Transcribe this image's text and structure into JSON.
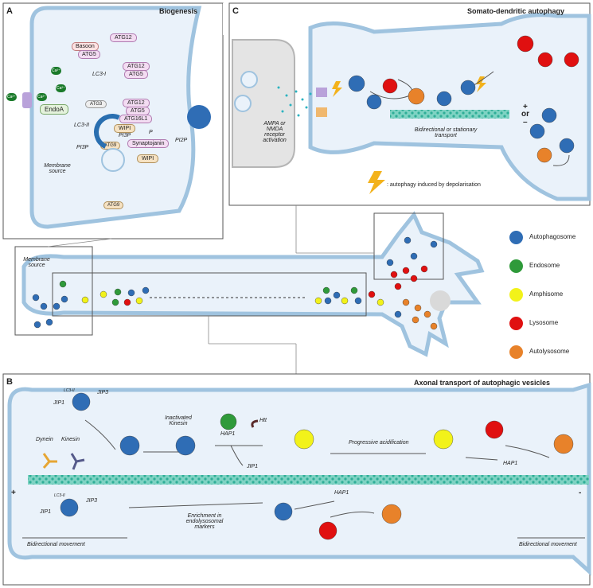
{
  "panels": {
    "a": {
      "letter": "A",
      "title": "Biogenesis"
    },
    "b": {
      "letter": "B",
      "title": "Axonal transport of autophagic vesicles"
    },
    "c": {
      "letter": "C",
      "title": "Somato-dendritic autophagy"
    }
  },
  "panel_a": {
    "ca": "Ca²⁺",
    "endoa": "EndoA",
    "atg3": "ATG3",
    "bassoon": "Basoon",
    "atg5": "ATG5",
    "atg12": "ATG12",
    "atg16l1": "ATG16L1",
    "lc3i": "LC3-I",
    "lc3ii": "LC3-II",
    "wipi": "WIPI",
    "pi3p": "PI3P",
    "p": "P",
    "synaptojanin": "Synaptojanin",
    "pi2p": "PI2P",
    "atg9": "ATG9",
    "membrane_source": "Membrane source"
  },
  "panel_c": {
    "receptor": "AMPA or NMDA receptor activation",
    "transport": "Bidirectional or stationary transport",
    "plus": "+",
    "or": "or",
    "minus": "–",
    "depol": ": autophagy induced by depolarisation"
  },
  "neuron": {
    "membrane_source": "Membrane source"
  },
  "legend": [
    {
      "label": "Autophagosome",
      "color": "#2f6db5"
    },
    {
      "label": "Endosome",
      "color": "#2f9a3a"
    },
    {
      "label": "Amphisome",
      "color": "#f2f21a"
    },
    {
      "label": "Lysosome",
      "color": "#e01010"
    },
    {
      "label": "Autolysosome",
      "color": "#e8822a"
    }
  ],
  "panel_b": {
    "lc3ii": "LC3-II",
    "jip1": "JIP1",
    "jip3": "JIP3",
    "dynein": "Dynein",
    "kinesin": "Kinesin",
    "inactivated_kinesin": "Inactivated Kinesin",
    "htt": "Htt",
    "hap1": "HAP1",
    "progressive": "Progressive acidification",
    "enrichment": "Enrichment in endolysosomal markers",
    "bidirectional": "Bidirectional movement",
    "plus": "+",
    "minus": "-"
  }
}
